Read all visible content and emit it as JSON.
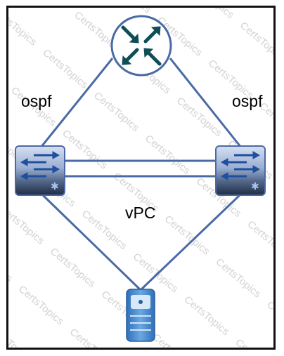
{
  "diagram": {
    "labels": {
      "ospf_left": "ospf",
      "ospf_right": "ospf",
      "vpc": "vPC"
    },
    "watermark": "CertsTopics",
    "nodes": {
      "router": "router-icon",
      "switch_left": "layer3-switch-icon",
      "switch_right": "layer3-switch-icon",
      "server": "server-icon"
    },
    "colors": {
      "link": "#4a6aa6",
      "router_fill": "#ffffff",
      "router_arrows": "#0f4d57",
      "switch_top": "#c7d3e9",
      "switch_bottom": "#2b3a52",
      "server_fill": "#4f8fd0"
    }
  }
}
